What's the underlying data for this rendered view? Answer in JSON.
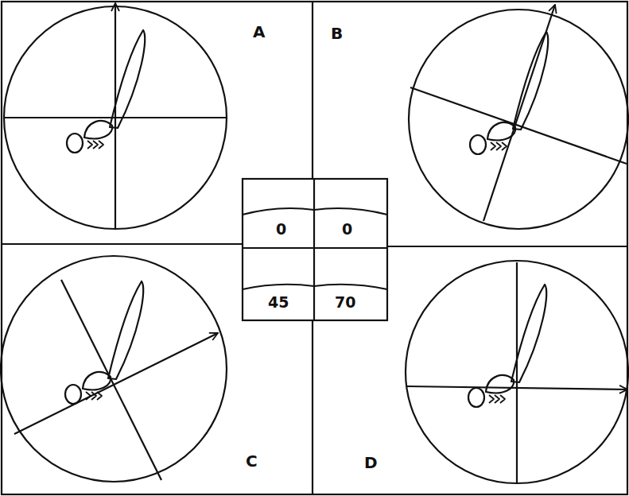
{
  "diagram": {
    "labels": [
      "A",
      "B",
      "0",
      "0",
      "45",
      "70",
      "C",
      "D"
    ]
  }
}
